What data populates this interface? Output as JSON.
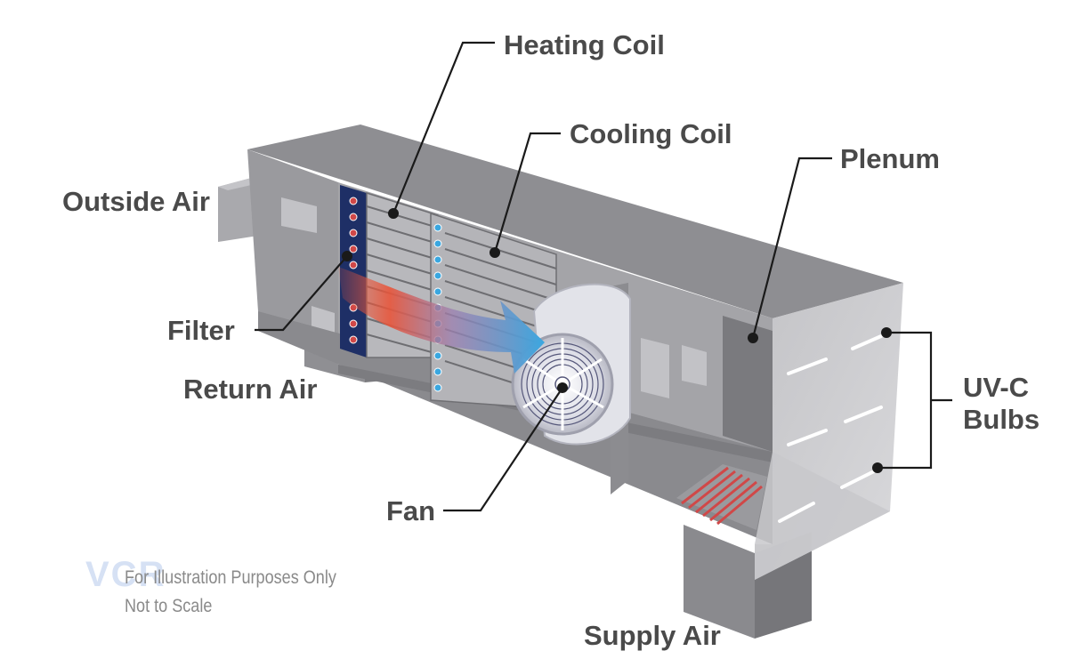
{
  "labels": {
    "heating_coil": "Heating Coil",
    "cooling_coil": "Cooling Coil",
    "plenum": "Plenum",
    "outside_air": "Outside Air",
    "filter": "Filter",
    "return_air": "Return Air",
    "uv_c": "UV-C",
    "bulbs": "Bulbs",
    "fan": "Fan",
    "supply_air": "Supply Air"
  },
  "watermark": {
    "logo": "VCR",
    "note_line1": "For Illustration Purposes Only",
    "note_line2": "Not to Scale"
  },
  "colors": {
    "label_text": "#4a4a4a",
    "leader_line": "#1a1a1a",
    "casing_top": "#8e8e92",
    "casing_front": "#8a8a8e",
    "casing_inner": "#a4a4a8",
    "arrow_warm": "#e8553a",
    "arrow_cool": "#3aa7e0",
    "uv_bulb": "#ffffff"
  }
}
